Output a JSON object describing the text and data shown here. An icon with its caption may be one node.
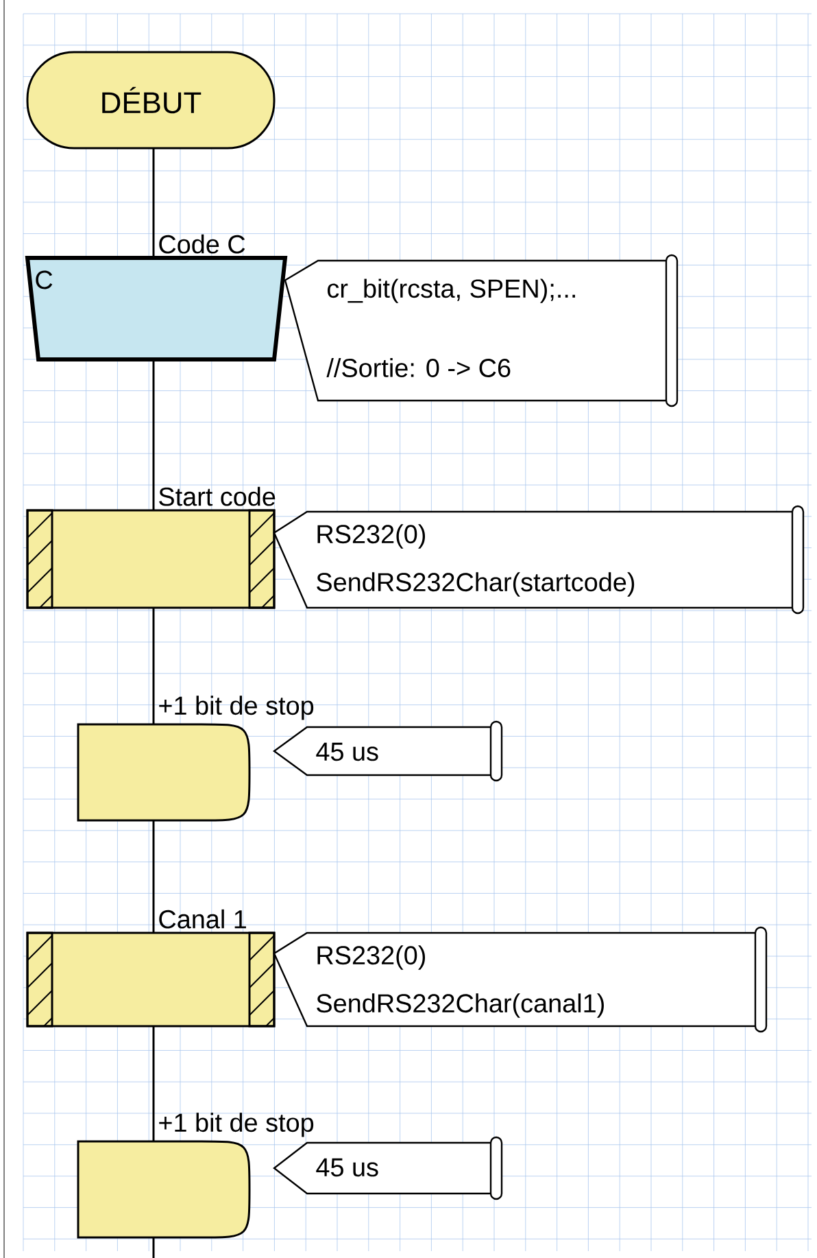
{
  "diagram": {
    "nodes": [
      {
        "text": [
          "DÉBUT"
        ]
      },
      {
        "text": [
          "Code C",
          "C"
        ]
      },
      {
        "text": [
          "cr_bit(rcsta, SPEN);...",
          "//Sortie: 0 -> C6"
        ]
      },
      {
        "text": [
          "Start code"
        ]
      },
      {
        "text": [
          "RS232(0)",
          "SendRS232Char(startcode)"
        ]
      },
      {
        "text": [
          "+1 bit de stop"
        ]
      },
      {
        "text": [
          "45 us"
        ]
      },
      {
        "text": [
          "Canal 1"
        ]
      },
      {
        "text": [
          "RS232(0)",
          "SendRS232Char(canal1)"
        ]
      },
      {
        "text": [
          "+1 bit de stop"
        ]
      },
      {
        "text": [
          "45 us"
        ]
      }
    ],
    "edges": [
      {
        "from": 0,
        "to": 1,
        "arrow": "none"
      },
      {
        "from": 1,
        "to": 3,
        "arrow": "none"
      },
      {
        "from": 3,
        "to": 5,
        "arrow": "none"
      },
      {
        "from": 5,
        "to": 7,
        "arrow": "none"
      },
      {
        "from": 7,
        "to": 9,
        "arrow": "none"
      },
      {
        "from": 9,
        "to": null,
        "arrow": "none"
      }
    ]
  }
}
